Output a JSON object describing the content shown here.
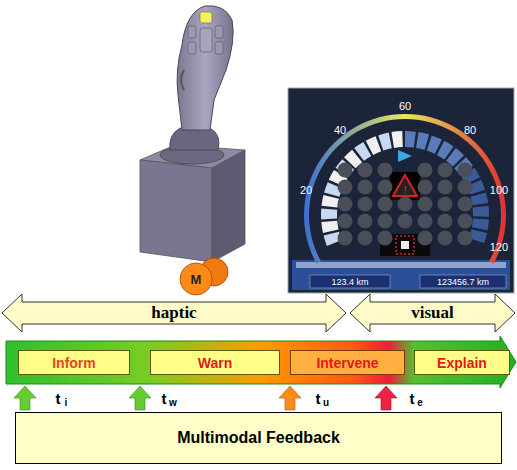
{
  "diagram": {
    "nodes": [
      {
        "text": [
          "haptic"
        ]
      },
      {
        "text": [
          "visual"
        ]
      },
      {
        "text": [
          "Inform"
        ]
      },
      {
        "text": [
          "Warn"
        ]
      },
      {
        "text": [
          "Intervene"
        ]
      },
      {
        "text": [
          "Explain"
        ]
      },
      {
        "text": [
          "Multimodal Feedback"
        ]
      }
    ],
    "labels": [
      "M",
      "20",
      "40",
      "60",
      "80",
      "100",
      "120",
      "123.4 km",
      "123456.7 km",
      "t",
      "i",
      "t",
      "w",
      "t",
      "u",
      "t",
      "e"
    ]
  }
}
